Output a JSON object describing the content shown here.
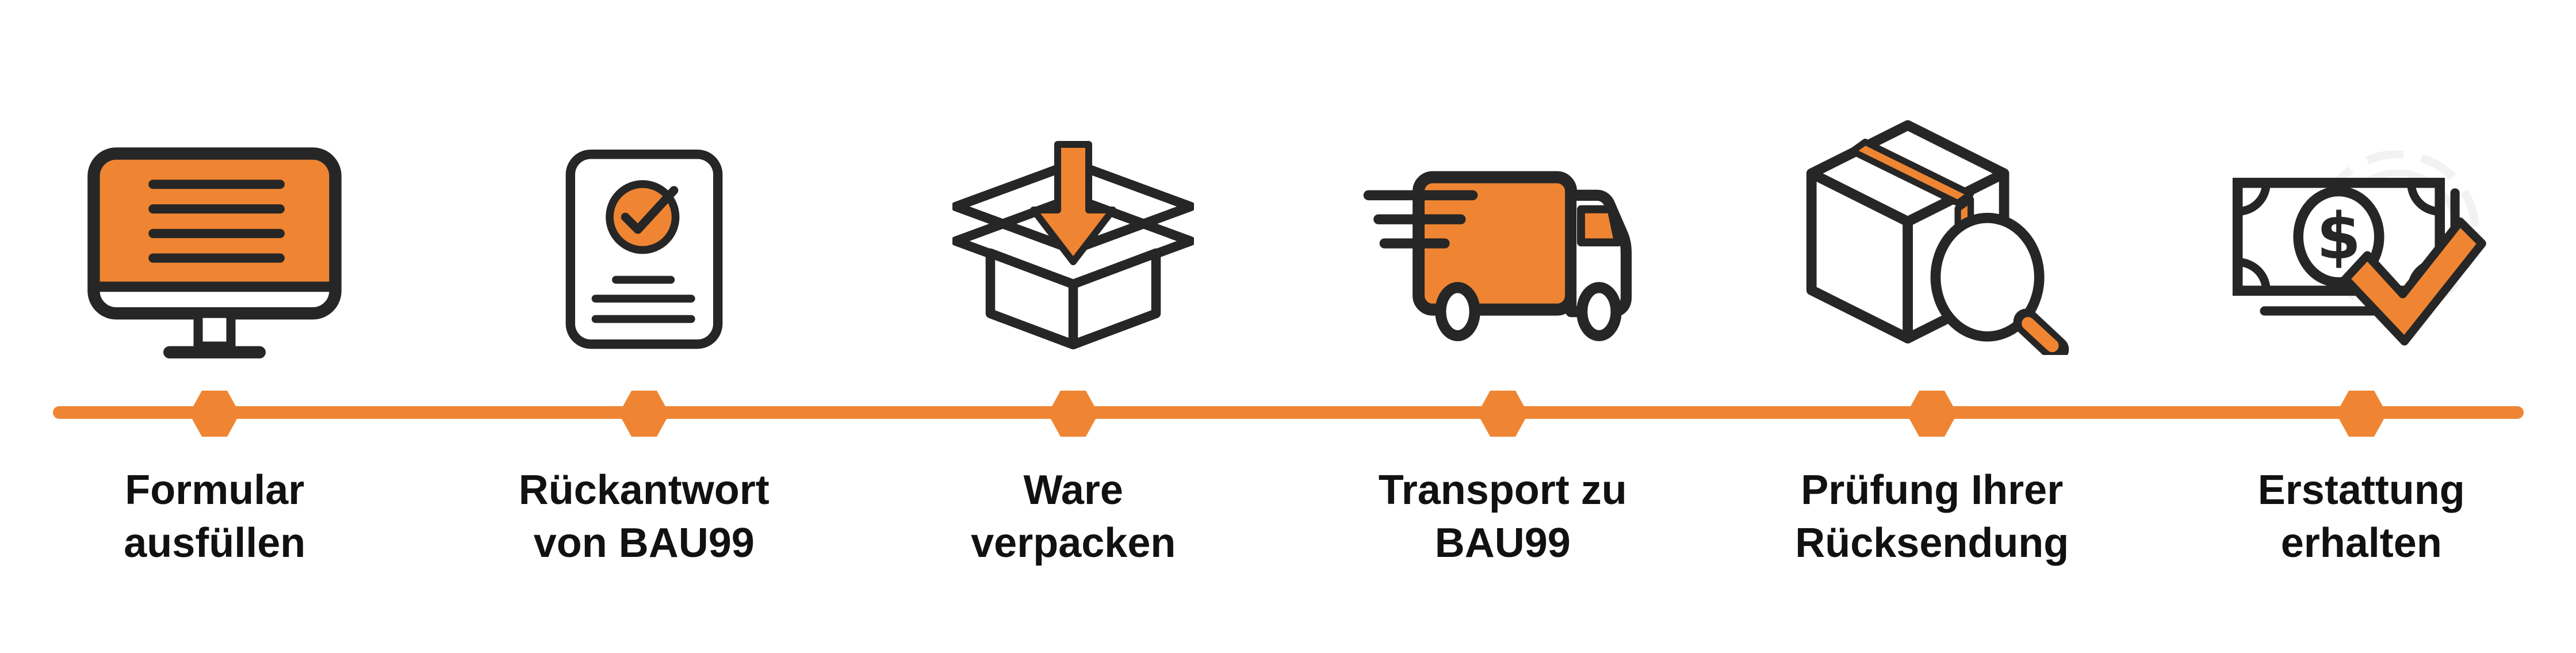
{
  "colors": {
    "accent_orange": "#EF8532",
    "outline_dark": "#262626",
    "label_text": "#111111",
    "background": "#FFFFFF",
    "faint_gear_gray": "#F2F2F2"
  },
  "timeline": {
    "node_shape": "hexagon",
    "node_count": 6,
    "line_color": "#EF8532",
    "node_color": "#EF8532"
  },
  "icons": {
    "money_symbol": "$"
  },
  "steps": [
    {
      "index": 1,
      "icon": "monitor-form-icon",
      "label": "Formular ausfüllen",
      "label_line1": "Formular",
      "label_line2": "ausfüllen"
    },
    {
      "index": 2,
      "icon": "document-check-icon",
      "label": "Rückantwort von BAU99",
      "label_line1": "Rückantwort",
      "label_line2": "von BAU99"
    },
    {
      "index": 3,
      "icon": "open-box-arrow-icon",
      "label": "Ware verpacken",
      "label_line1": "Ware",
      "label_line2": "verpacken"
    },
    {
      "index": 4,
      "icon": "delivery-truck-icon",
      "label": "Transport zu BAU99",
      "label_line1": "Transport zu",
      "label_line2": "BAU99"
    },
    {
      "index": 5,
      "icon": "box-magnifier-icon",
      "label": "Prüfung Ihrer Rücksendung",
      "label_line1": "Prüfung Ihrer",
      "label_line2": "Rücksendung"
    },
    {
      "index": 6,
      "icon": "money-check-icon",
      "label": "Erstattung erhalten",
      "label_line1": "Erstattung",
      "label_line2": "erhalten"
    }
  ]
}
